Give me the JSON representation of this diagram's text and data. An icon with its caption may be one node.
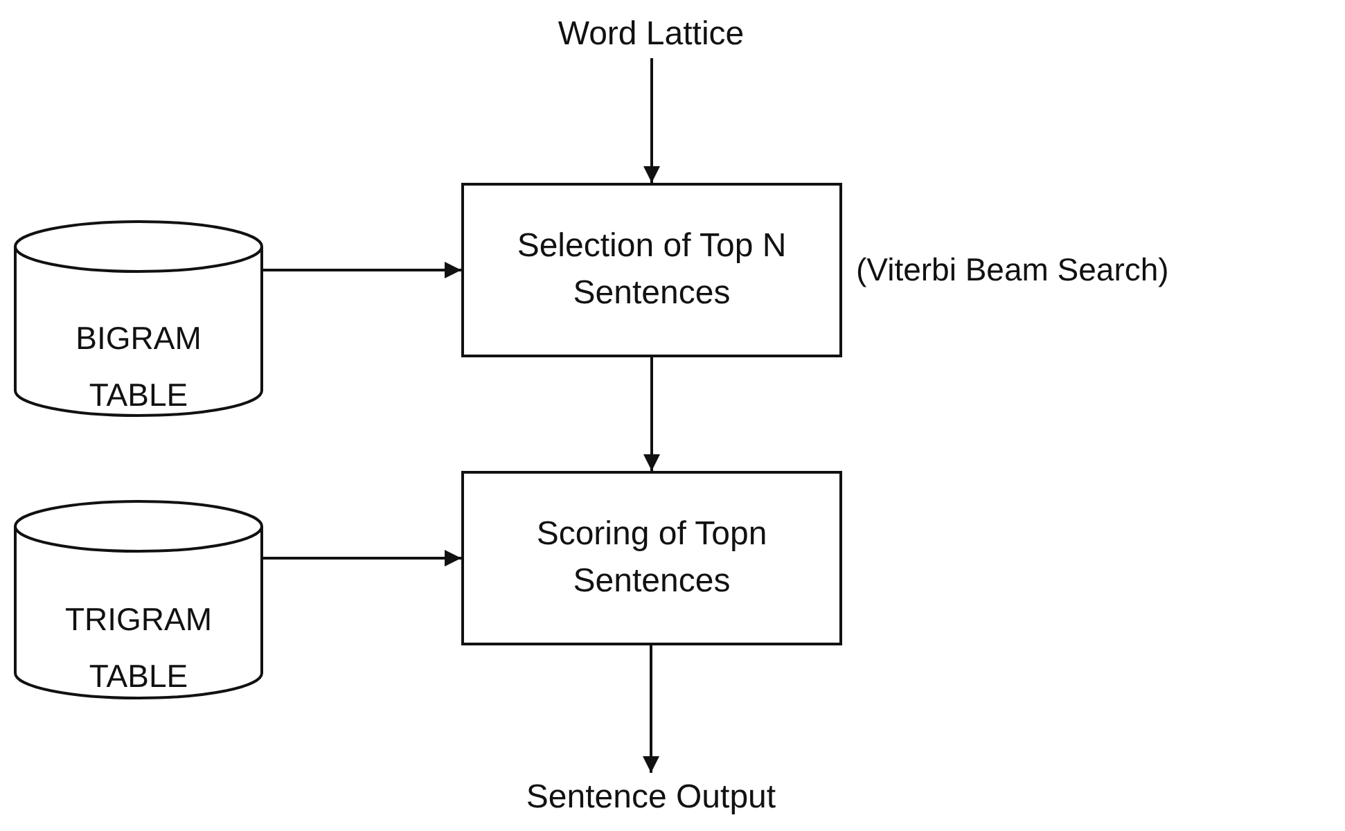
{
  "diagram": {
    "nodes": [
      {
        "text": [
          "Word Lattice"
        ]
      },
      {
        "text": [
          "BIGRAM TABLE"
        ]
      },
      {
        "text": [
          "Selection of Top N Sentences"
        ],
        "beside": [
          "(Viterbi Beam Search)"
        ]
      },
      {
        "text": [
          "TRIGRAM TABLE"
        ]
      },
      {
        "text": [
          "Scoring of Topn Sentences"
        ]
      },
      {
        "text": [
          "Sentence Output"
        ]
      }
    ],
    "edges": [
      {
        "from": 0,
        "to": 2,
        "arrow": "to"
      },
      {
        "from": 1,
        "to": 2,
        "arrow": "to"
      },
      {
        "from": 2,
        "to": 4,
        "arrow": "to"
      },
      {
        "from": 3,
        "to": 4,
        "arrow": "to"
      },
      {
        "from": 4,
        "to": 5,
        "arrow": "to"
      }
    ]
  }
}
